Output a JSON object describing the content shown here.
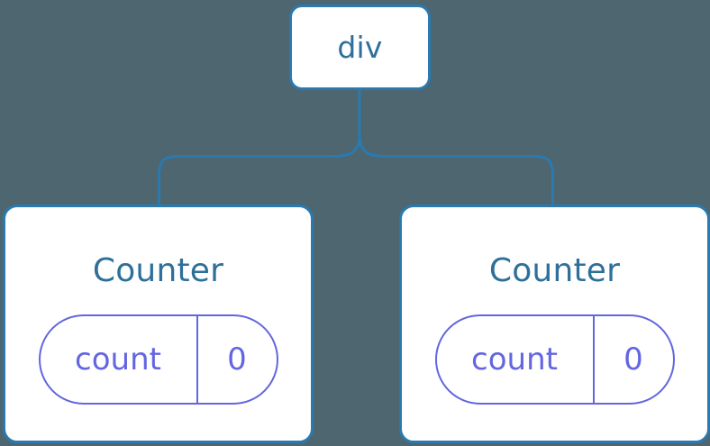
{
  "diagram": {
    "type": "component-tree",
    "background_color": "#4d6670",
    "accent_color": "#2a7ab0",
    "title_text_color": "#2e7099",
    "state_color": "#6366e0",
    "root": {
      "label": "div"
    },
    "children": [
      {
        "label": "Counter",
        "state": {
          "key": "count",
          "value": "0"
        }
      },
      {
        "label": "Counter",
        "state": {
          "key": "count",
          "value": "0"
        }
      }
    ]
  }
}
